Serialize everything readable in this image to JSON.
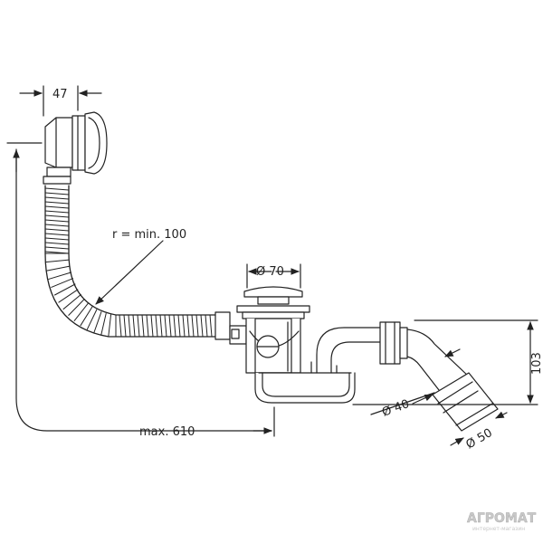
{
  "dimensions": {
    "overflow_width": "47",
    "bend_radius": "r = min. 100",
    "drain_diameter": "Ø 70",
    "max_length": "max. 610",
    "height": "103",
    "outlet_inner": "Ø 40",
    "outlet_outer": "Ø 50"
  },
  "watermark": {
    "brand": "АГРОМАТ",
    "tagline": "интернет-магазин"
  },
  "colors": {
    "line": "#222222",
    "watermark": "#c8c8c8"
  }
}
